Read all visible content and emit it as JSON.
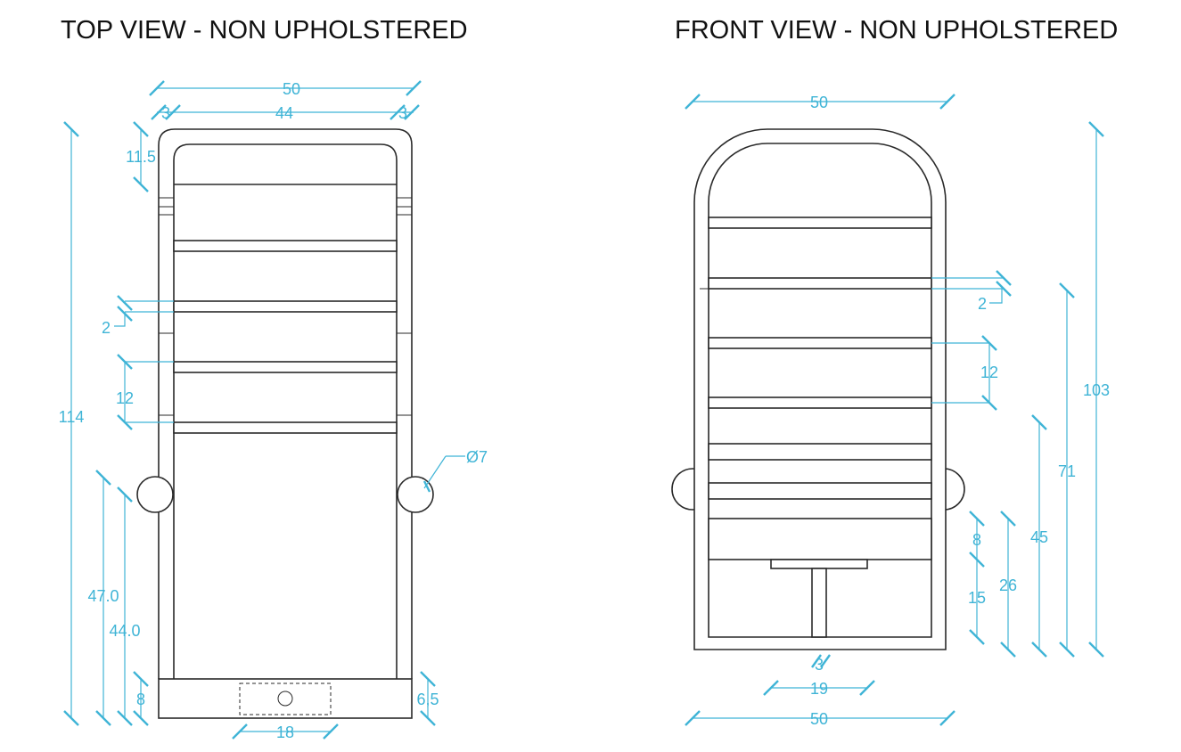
{
  "titles": {
    "top": "TOP VIEW - NON UPHOLSTERED",
    "front": "FRONT VIEW - NON UPHOLSTERED"
  },
  "colors": {
    "dimension": "#3fb4d6",
    "outline": "#2a2a2a",
    "background": "#ffffff"
  },
  "top_view": {
    "dims": {
      "overall_width": "50",
      "inner_width": "44",
      "side_left": "3",
      "side_right": "3",
      "back_depth": "11.5",
      "overall_length": "114",
      "slat_thickness": "2",
      "slat_spacing": "12",
      "wheel_diameter": "Ø7",
      "axle_47": "47.0",
      "axle_44": "44.0",
      "foot_8": "8",
      "foot_6_5": "6,5",
      "foot_width": "18"
    }
  },
  "front_view": {
    "dims": {
      "overall_width_top": "50",
      "slat_thickness": "2",
      "slat_spacing": "12",
      "height_103": "103",
      "height_71": "71",
      "height_45": "45",
      "height_26": "26",
      "height_8": "8",
      "height_15": "15",
      "post_3": "3",
      "base_width": "19",
      "overall_width_bottom": "50"
    }
  }
}
